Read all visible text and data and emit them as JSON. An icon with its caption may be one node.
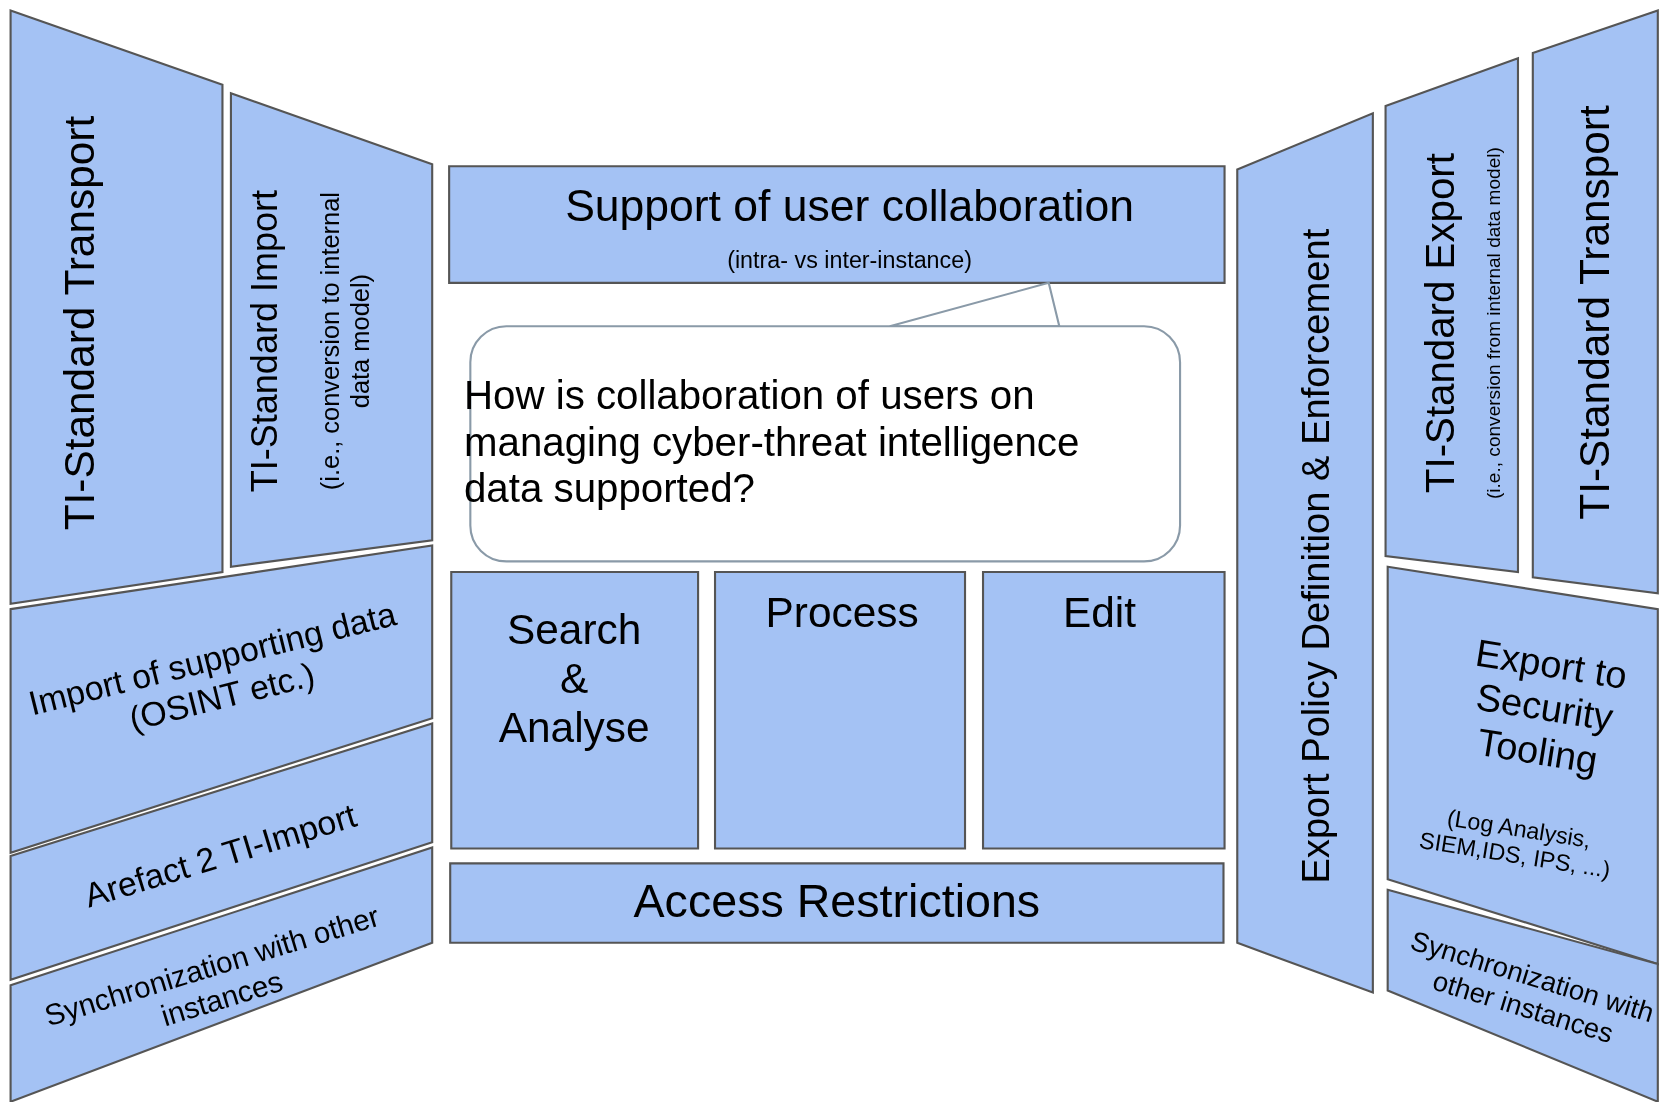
{
  "diagram": {
    "nodes": [
      {
        "text": [
          "TI-Standard Transport"
        ]
      },
      {
        "text": [
          "TI-Standard Import",
          "(i.e., conversion to internal data model)"
        ]
      },
      {
        "text": [
          "Import of supporting data (OSINT etc.)"
        ]
      },
      {
        "text": [
          "Arefact 2 TI-Import"
        ]
      },
      {
        "text": [
          "Synchronization with other instances"
        ]
      },
      {
        "text": [
          "Support of user collaboration",
          "(intra- vs inter-instance)"
        ]
      },
      {
        "text": [
          "Search & Analyse"
        ]
      },
      {
        "text": [
          "Process"
        ]
      },
      {
        "text": [
          "Edit"
        ]
      },
      {
        "text": [
          "Access Restrictions"
        ]
      },
      {
        "text": [
          "Export Policy Definition & Enforcement"
        ]
      },
      {
        "text": [
          "TI-Standard Export",
          "(i.e., conversion from internal data model)"
        ]
      },
      {
        "text": [
          "TI-Standard Transport"
        ]
      },
      {
        "text": [
          "Export to Security Tooling",
          "(Log Analysis, SIEM,IDS, IPS, ...)"
        ]
      },
      {
        "text": [
          "Synchronization with other instances"
        ]
      },
      {
        "text": [
          "How is collaboration of users on managing cyber-threat intelligence data supported?"
        ]
      }
    ],
    "edges": [
      {
        "from": 15,
        "to": 5,
        "arrow": "none"
      }
    ]
  }
}
